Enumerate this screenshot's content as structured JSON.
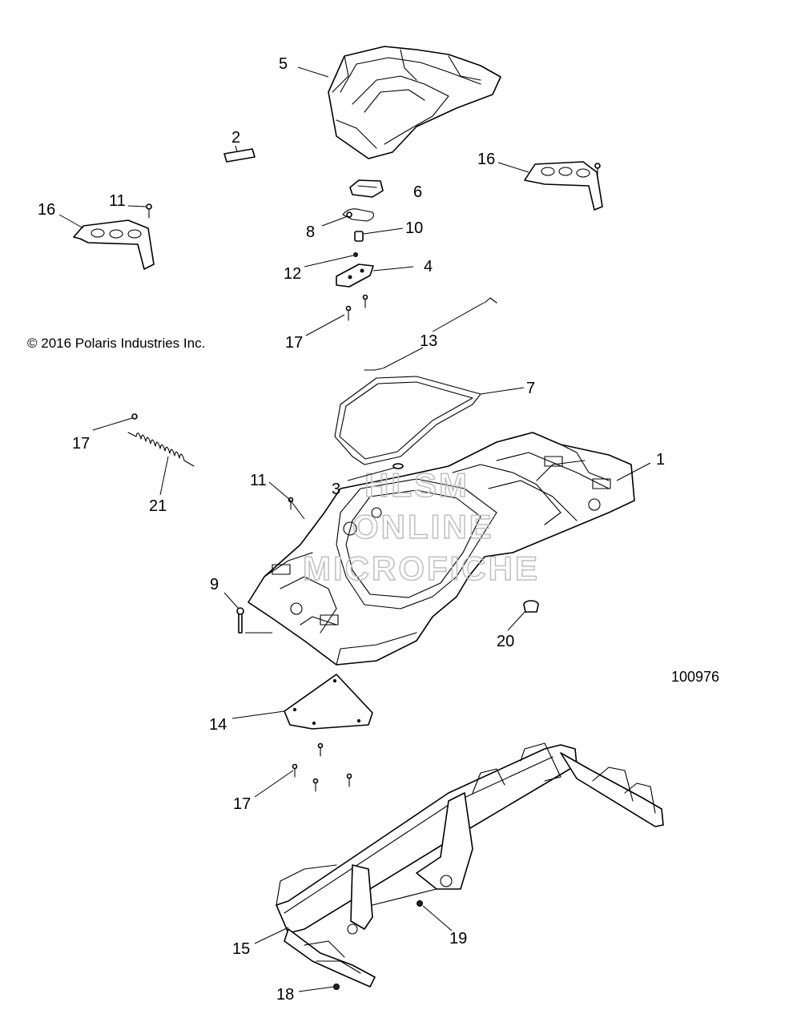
{
  "copyright": "© 2016 Polaris Industries Inc.",
  "figure_id": "100976",
  "watermark": {
    "line1": "HLSM",
    "line2": "ONLINE",
    "line3": "MICROFICHE"
  },
  "callouts": {
    "c1": "1",
    "c2": "2",
    "c3": "3",
    "c4": "4",
    "c5": "5",
    "c6": "6",
    "c7": "7",
    "c8": "8",
    "c9": "9",
    "c10": "10",
    "c11a": "11",
    "c11b": "11",
    "c12": "12",
    "c13": "13",
    "c14": "14",
    "c15": "15",
    "c16a": "16",
    "c16b": "16",
    "c17a": "17",
    "c17b": "17",
    "c17c": "17",
    "c18": "18",
    "c19": "19",
    "c20": "20",
    "c21": "21"
  }
}
